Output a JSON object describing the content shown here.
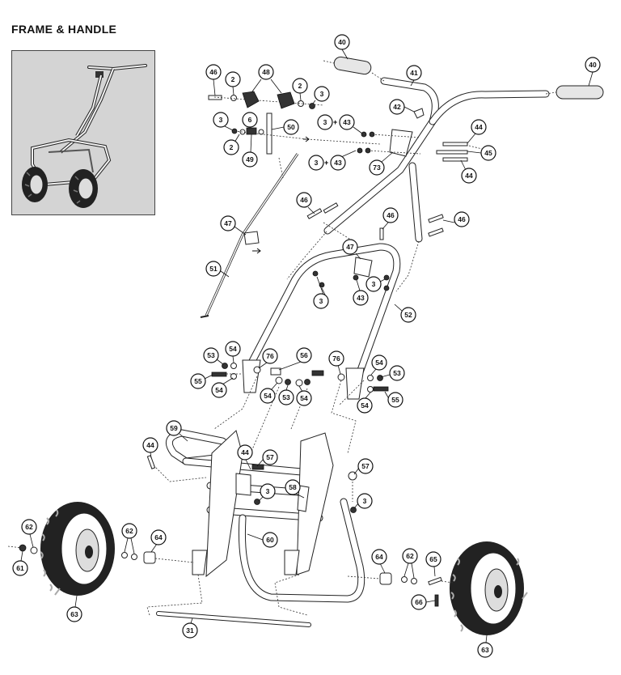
{
  "title": "FRAME & HANDLE",
  "icons": {
    "inset": "spreader-overview-picture",
    "tire": "tire-picture"
  },
  "callouts": [
    "40",
    "41",
    "40",
    "46",
    "2",
    "48",
    "2",
    "3",
    "42",
    "3",
    "6",
    "50",
    "3",
    "43",
    "44",
    "2",
    "49",
    "3",
    "43",
    "73",
    "45",
    "44",
    "46",
    "46",
    "46",
    "47",
    "47",
    "51",
    "3",
    "3",
    "43",
    "52",
    "53",
    "54",
    "76",
    "56",
    "76",
    "55",
    "54",
    "54",
    "53",
    "54",
    "54",
    "53",
    "55",
    "54",
    "59",
    "44",
    "44",
    "57",
    "57",
    "3",
    "3",
    "58",
    "62",
    "62",
    "64",
    "60",
    "64",
    "62",
    "65",
    "61",
    "63",
    "66",
    "31",
    "63"
  ]
}
